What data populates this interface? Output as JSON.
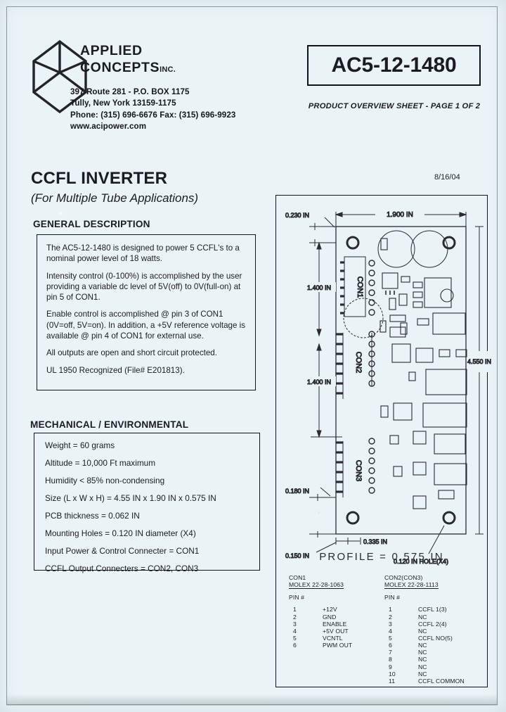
{
  "company": {
    "logo_icon": "isometric-cube-logo",
    "name_line1": "APPLIED",
    "name_line2": "CONCEPTS",
    "suffix": "INC.",
    "address_line1": "397 Route 281 - P.O. BOX 1175",
    "address_line2": "Tully, New York  13159-1175",
    "address_line3": "Phone: (315) 696-6676   Fax: (315) 696-9923",
    "website": "www.acipower.com"
  },
  "part": {
    "number": "AC5-12-1480",
    "sheet_note": "PRODUCT OVERVIEW SHEET - PAGE 1 OF 2",
    "date": "8/16/04"
  },
  "title": {
    "main": "CCFL INVERTER",
    "sub": "(For Multiple Tube Applications)"
  },
  "general_description": {
    "heading": "GENERAL DESCRIPTION",
    "paragraphs": [
      "The AC5-12-1480 is designed to power 5 CCFL's to a nominal power level of 18 watts.",
      "Intensity control (0-100%) is accomplished by the user providing a variable dc level of 5V(off) to 0V(full-on) at pin 5 of CON1.",
      "Enable control is accomplished @ pin 3 of CON1 (0V=off, 5V=on).  In addition, a +5V reference voltage is available @ pin 4 of CON1 for external use.",
      "All outputs are open and short circuit protected.",
      "UL 1950 Recognized (File# E201813)."
    ]
  },
  "mechanical": {
    "heading": "MECHANICAL / ENVIRONMENTAL",
    "items": [
      "Weight = 60 grams",
      "Altitude = 10,000 Ft maximum",
      "Humidity < 85% non-condensing",
      "Size (L x W x H) = 4.55 IN x 1.90 IN x 0.575 IN",
      "PCB thickness = 0.062 IN",
      "Mounting Holes = 0.120 IN diameter (X4)",
      "Input Power & Control Connecter = CON1",
      "CCFL Output Connecters = CON2, CON3"
    ]
  },
  "drawing": {
    "dimensions": {
      "width": "1.900 IN",
      "height": "4.550 IN",
      "con1_offset": "0.230 IN",
      "con2_offset": "1.400 IN",
      "con3_offset": "1.400 IN",
      "bottom_edge": "0.180 IN",
      "hole_inset_x": "0.150 IN",
      "hole_inset_y": "0.335 IN",
      "hole_callout": "0.120 IN HOLE(X4)"
    },
    "connector_labels": [
      "CON1",
      "CON2",
      "CON3"
    ],
    "profile": "PROFILE  =  0.575 IN"
  },
  "pin_tables": [
    {
      "connector": "CON1",
      "part_number": "MOLEX  22-28-1063",
      "pin_header": "PIN #",
      "rows": [
        {
          "pin": "1",
          "signal": "+12V"
        },
        {
          "pin": "2",
          "signal": "GND"
        },
        {
          "pin": "3",
          "signal": "ENABLE"
        },
        {
          "pin": "4",
          "signal": "+5V OUT"
        },
        {
          "pin": "5",
          "signal": "VCNTL"
        },
        {
          "pin": "6",
          "signal": "PWM OUT"
        }
      ]
    },
    {
      "connector": "CON2(CON3)",
      "part_number": "MOLEX  22-28-1113",
      "pin_header": "PIN #",
      "rows": [
        {
          "pin": "1",
          "signal": "CCFL 1(3)"
        },
        {
          "pin": "2",
          "signal": "NC"
        },
        {
          "pin": "3",
          "signal": "CCFL 2(4)"
        },
        {
          "pin": "4",
          "signal": "NC"
        },
        {
          "pin": "5",
          "signal": "CCFL NO(5)"
        },
        {
          "pin": "6",
          "signal": "NC"
        },
        {
          "pin": "7",
          "signal": "NC"
        },
        {
          "pin": "8",
          "signal": "NC"
        },
        {
          "pin": "9",
          "signal": "NC"
        },
        {
          "pin": "10",
          "signal": "NC"
        },
        {
          "pin": "11",
          "signal": "CCFL COMMON"
        }
      ]
    }
  ],
  "colors": {
    "paper": "#eaf4f7",
    "ink": "#12121a"
  }
}
